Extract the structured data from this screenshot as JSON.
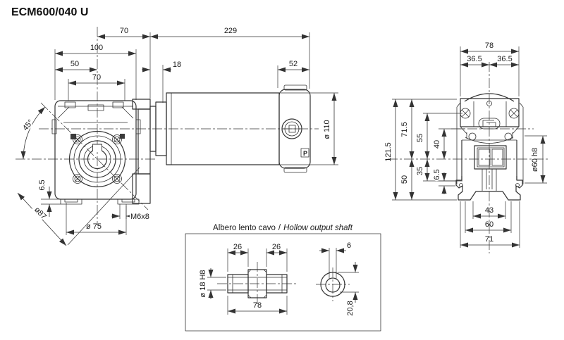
{
  "title": "ECM600/040 U",
  "colors": {
    "line": "#333333",
    "background": "#ffffff"
  },
  "front_view": {
    "dim_center_to_flange": "70",
    "dim_width": "100",
    "dim_half_width": "50",
    "dim_bolt_spacing": "70",
    "dim_angle": "45°",
    "dim_foot": "6.5",
    "dim_diagonal": "ø87",
    "dim_bolt_circle": "ø 75",
    "dim_tapped_hole": "M6x8"
  },
  "motor_view": {
    "dim_length": "229",
    "dim_adapter": "18",
    "dim_cap": "52",
    "dim_diameter": "ø 110",
    "cap_mark": "P"
  },
  "side_view": {
    "dim_flange_width": "78",
    "dim_flange_left": "36.5",
    "dim_flange_right": "36.5",
    "dim_total_height": "121.5",
    "dim_top_to_center": "71.5",
    "dim_screw_to_center": "55",
    "dim_motor_axis_to_center": "40",
    "dim_center_to_foot": "35",
    "dim_foot_step": "6.5",
    "dim_center_to_base": "50",
    "dim_boss": "ø60 h8",
    "dim_slot_spacing": "43",
    "dim_base_width": "60",
    "dim_overall_width": "71"
  },
  "inset": {
    "title_it": "Albero lento cavo",
    "separator": "/",
    "title_en": "Hollow output shaft",
    "dim_hub_left": "26",
    "dim_hub_right": "26",
    "dim_length": "78",
    "dim_bore": "ø 18 H8",
    "dim_key_width": "6",
    "dim_key_depth": "20,8"
  }
}
